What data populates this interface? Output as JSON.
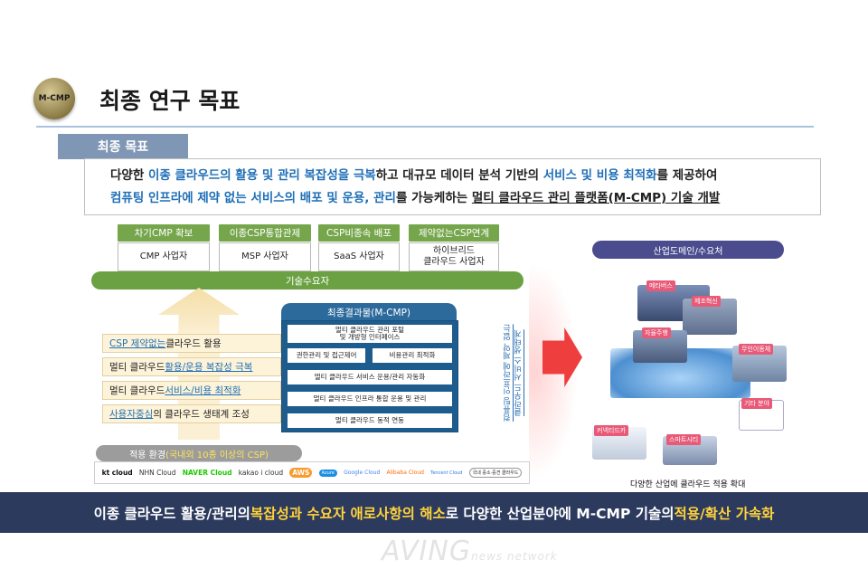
{
  "header": {
    "badge": "M-CMP",
    "title": "최종 연구 목표"
  },
  "goal": {
    "tab": "최종 목표",
    "line1": [
      "다양한 ",
      "이종 클라우드의 활용 및 관리 복잡성을 극복",
      "하고 대규모 데이터 분석 기반의 ",
      "서비스 및 비용 최적화",
      "를 제공하여"
    ],
    "line2": [
      "컴퓨팅 인프라에 제약 없는 서비스의 배포 및 운용, 관리",
      "를 가능케하는 ",
      "멀티 클라우드 관리 플랫폼(M-CMP) 기술 개발"
    ]
  },
  "columns": [
    {
      "head": "차기CMP 확보",
      "body": "CMP 사업자"
    },
    {
      "head": "이종CSP통합관제",
      "body": "MSP 사업자"
    },
    {
      "head": "CSP비종속 배포",
      "body": "SaaS 사업자"
    },
    {
      "head": "제약없는CSP연계",
      "body": "하이브리드\n클라우드 사업자"
    }
  ],
  "demand_bar": "기술수요자",
  "left_boxes": [
    {
      "hl": "CSP 제약없는",
      "rest": " 클라우드 활용",
      "pre": ""
    },
    {
      "pre": "멀티 클라우드 ",
      "hl": "활용/운용 복잡성 극복",
      "rest": ""
    },
    {
      "pre": "멀티 클라우드 ",
      "hl": "서비스/비용 최적화",
      "rest": ""
    },
    {
      "pre": "",
      "hl": "사용자중심",
      "rest": "의 클라우드 생태계 조성"
    }
  ],
  "results": {
    "head": "최종결과물(M-CMP)",
    "rows": [
      "멀티 클라우드 관리 포털\n및 개방형 인터페이스",
      "권한관리 및 접근제어",
      "비용관리 최적화",
      "멀티 클라우드 서비스 운용/관리 자동화",
      "멀티 클라우드 인프라 통합 운용 및 관리",
      "멀티 클라우드 동적 연동"
    ]
  },
  "env": {
    "label": "적용 환경 ",
    "highlight": "(국내외 10종 이상의 CSP)"
  },
  "logos": [
    "kt cloud",
    "NHN Cloud",
    "NAVER Cloud",
    "kakao i cloud",
    "AWS",
    "Azure",
    "Google Cloud",
    "Alibaba Cloud",
    "Tencent Cloud",
    "국내 중소·중견 클라우드"
  ],
  "side_text": "컴퓨팅 인프라에 제약 없는\n클라우드 서비스 생태계",
  "industry": {
    "head": "산업도메인/수요처",
    "labels": [
      "메타버스",
      "제조혁신",
      "자율주행",
      "무인이동체",
      "기타 분야",
      "커넥티드카",
      "스마트시티"
    ],
    "caption": "다양한 산업에 클라우드 적용 확대"
  },
  "banner": [
    "이종 클라우드 활용/관리의 ",
    "복잡성과 수요자 애로사항의 해소",
    "로 다양한 산업분야에 M-CMP 기술의 ",
    "적용/확산 가속화"
  ],
  "watermark": {
    "main": "AVING",
    "sub": "news network"
  },
  "colors": {
    "green": "#76a64c",
    "navy": "#2c3a5e",
    "blue": "#1f6fb7",
    "accent_red": "#ef3e3e",
    "yellow": "#ffd23b"
  }
}
